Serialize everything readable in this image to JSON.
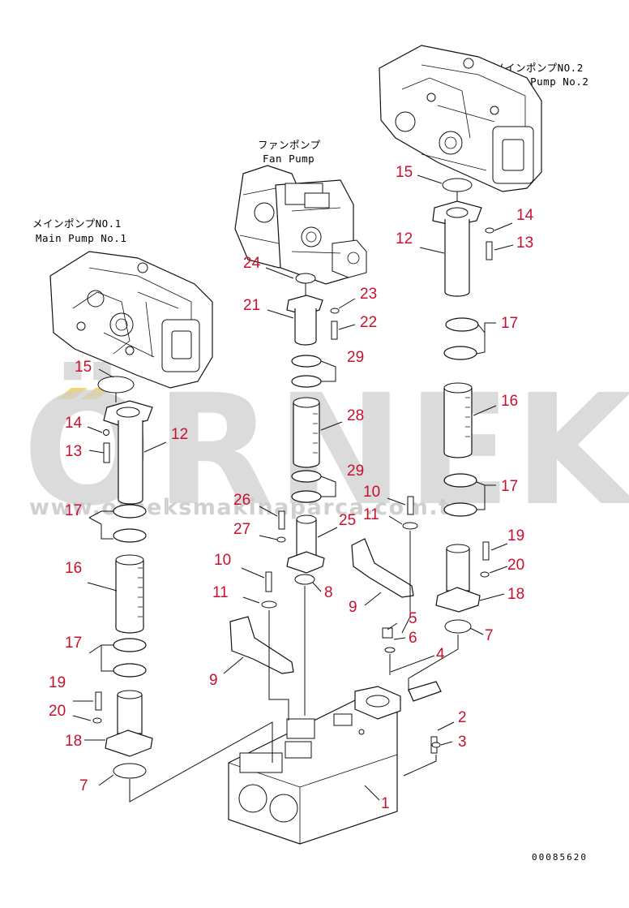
{
  "captions": {
    "main_pump_1_jp": "メインポンプNO.1",
    "main_pump_1_en": "Main Pump No.1",
    "main_pump_2_jp": "メインポンプNO.2",
    "main_pump_2_en": "Main Pump No.2",
    "fan_pump_jp": "ファンポンプ",
    "fan_pump_en": "Fan Pump"
  },
  "watermark": {
    "text": "ÖRNEK",
    "url": "www.orneksmakinaparca.com.tr"
  },
  "drawing_code": "00085620",
  "callouts": {
    "left": [
      "15",
      "14",
      "13",
      "12",
      "17",
      "16",
      "17",
      "19",
      "20",
      "18",
      "7"
    ],
    "center": [
      "24",
      "21",
      "23",
      "22",
      "29",
      "28",
      "29",
      "26",
      "27",
      "25",
      "10",
      "11",
      "8",
      "9"
    ],
    "right": [
      "15",
      "14",
      "13",
      "12",
      "17",
      "16",
      "17",
      "10",
      "11",
      "19",
      "20",
      "18",
      "9",
      "7",
      "5",
      "6",
      "4",
      "2",
      "3",
      "1"
    ]
  }
}
